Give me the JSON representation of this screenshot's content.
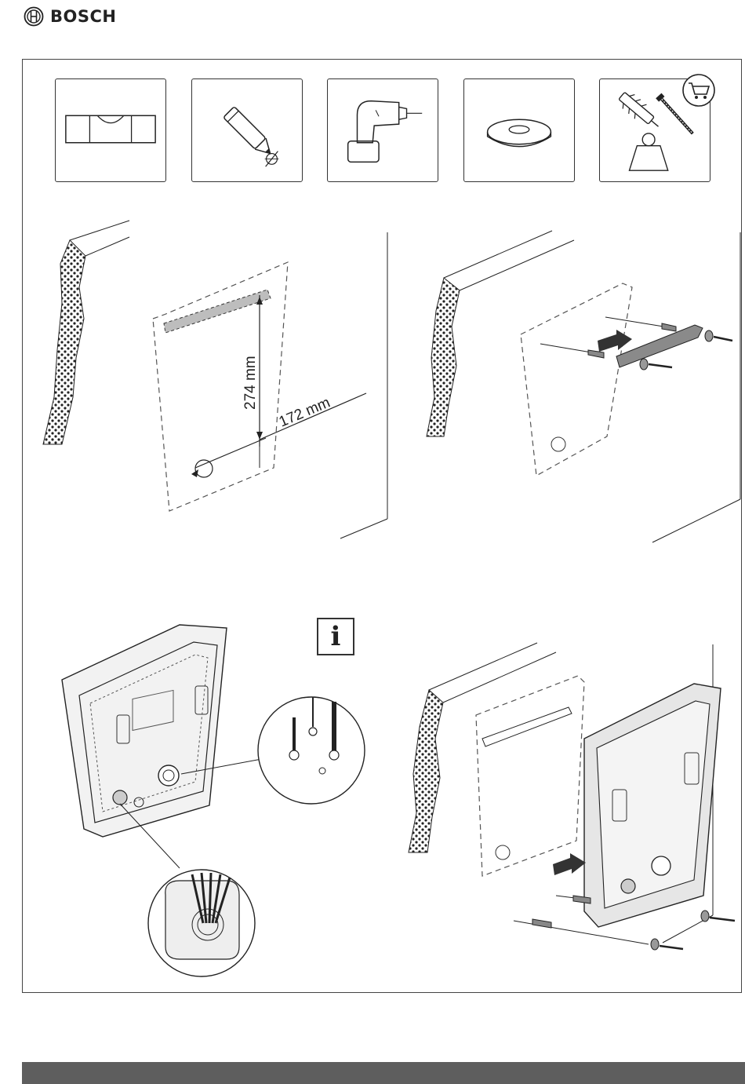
{
  "header": {
    "brand_name": "BOSCH",
    "logo_icon": "bosch-armature-logo"
  },
  "tools": [
    {
      "icon": "spirit-level-icon"
    },
    {
      "icon": "pencil-mark-icon"
    },
    {
      "icon": "drill-icon"
    },
    {
      "icon": "washer-icon"
    },
    {
      "icon": "dowels-screws-icon",
      "badge_icon": "shopping-cart-icon"
    }
  ],
  "step1": {
    "vertical_dimension": "274 mm",
    "horizontal_dimension": "172 mm"
  },
  "step3": {
    "info_label": "i"
  },
  "colors": {
    "footer_bar": "#5e5e5e",
    "line": "#222222",
    "bracket_fill": "#bdbdbd",
    "housing_fill": "#e6e6e6"
  }
}
